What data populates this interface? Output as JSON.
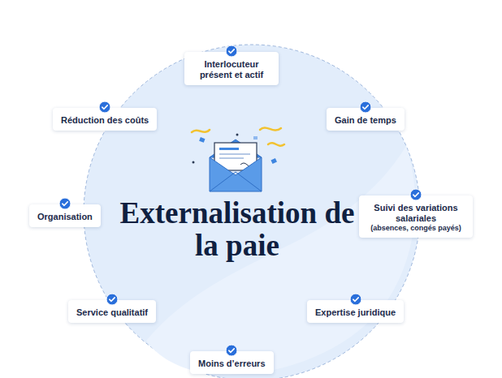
{
  "diagram": {
    "title": "Externalisation de la paie",
    "nodes": [
      {
        "text": [
          "Interlocuteur présent et actif"
        ]
      },
      {
        "text": [
          "Réduction des coûts"
        ]
      },
      {
        "text": [
          "Gain de temps"
        ]
      },
      {
        "text": [
          "Organisation"
        ]
      },
      {
        "text": [
          "Suivi des variations salariales",
          "(absences, congés payés)"
        ]
      },
      {
        "text": [
          "Service qualitatif"
        ]
      },
      {
        "text": [
          "Expertise juridique"
        ]
      },
      {
        "text": [
          "Moins d’erreurs"
        ]
      }
    ]
  }
}
